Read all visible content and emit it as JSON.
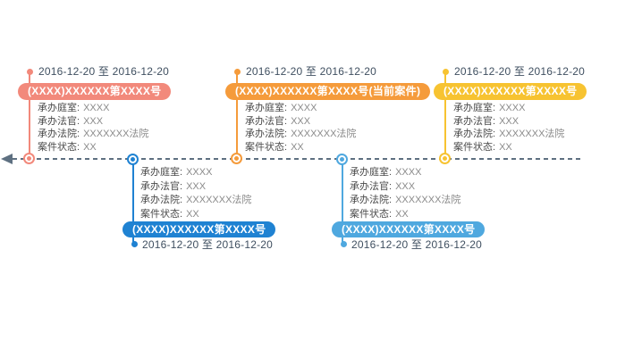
{
  "canvas": {
    "background": "#FFFFFF"
  },
  "timeline": {
    "axis_color": "#5E7081",
    "arrow_direction": "left"
  },
  "accent_colors": {
    "salmon": "#F2897B",
    "dark_blue": "#1F82D2",
    "orange": "#F59B3B",
    "light_blue": "#4FA8DF",
    "yellow": "#F7C331"
  },
  "cards": [
    {
      "id": "case-1",
      "side": "top",
      "accent_color": "#F2897B",
      "date_range": "2016-12-20 至 2016-12-20",
      "case_number": "(XXXX)XXXXXX第XXXX号",
      "fields": [
        {
          "label": "承办庭室:",
          "value": "XXXX"
        },
        {
          "label": "承办法官:",
          "value": "XXX"
        },
        {
          "label": "承办法院:",
          "value": "XXXXXXX法院"
        },
        {
          "label": "案件状态:",
          "value": "XX"
        }
      ]
    },
    {
      "id": "case-2",
      "side": "bottom",
      "accent_color": "#1F82D2",
      "date_range": "2016-12-20 至 2016-12-20",
      "case_number": "(XXXX)XXXXXX第XXXX号",
      "fields": [
        {
          "label": "承办庭室:",
          "value": "XXXX"
        },
        {
          "label": "承办法官:",
          "value": "XXX"
        },
        {
          "label": "承办法院:",
          "value": "XXXXXXX法院"
        },
        {
          "label": "案件状态:",
          "value": "XX"
        }
      ]
    },
    {
      "id": "case-3",
      "side": "top",
      "accent_color": "#F59B3B",
      "is_current_case": true,
      "date_range": "2016-12-20 至 2016-12-20",
      "case_number": "(XXXX)XXXXXX第XXXX号(当前案件)",
      "fields": [
        {
          "label": "承办庭室:",
          "value": "XXXX"
        },
        {
          "label": "承办法官:",
          "value": "XXX"
        },
        {
          "label": "承办法院:",
          "value": "XXXXXXX法院"
        },
        {
          "label": "案件状态:",
          "value": "XX"
        }
      ]
    },
    {
      "id": "case-4",
      "side": "bottom",
      "accent_color": "#4FA8DF",
      "date_range": "2016-12-20 至 2016-12-20",
      "case_number": "(XXXX)XXXXXX第XXXX号",
      "fields": [
        {
          "label": "承办庭室:",
          "value": "XXXX"
        },
        {
          "label": "承办法官:",
          "value": "XXX"
        },
        {
          "label": "承办法院:",
          "value": "XXXXXXX法院"
        },
        {
          "label": "案件状态:",
          "value": "XX"
        }
      ]
    },
    {
      "id": "case-5",
      "side": "top",
      "accent_color": "#F7C331",
      "date_range": "2016-12-20 至 2016-12-20",
      "case_number": "(XXXX)XXXXXX第XXXX号",
      "fields": [
        {
          "label": "承办庭室:",
          "value": "XXXX"
        },
        {
          "label": "承办法官:",
          "value": "XXX"
        },
        {
          "label": "承办法院:",
          "value": "XXXXXXX法院"
        },
        {
          "label": "案件状态:",
          "value": "XX"
        }
      ]
    }
  ]
}
